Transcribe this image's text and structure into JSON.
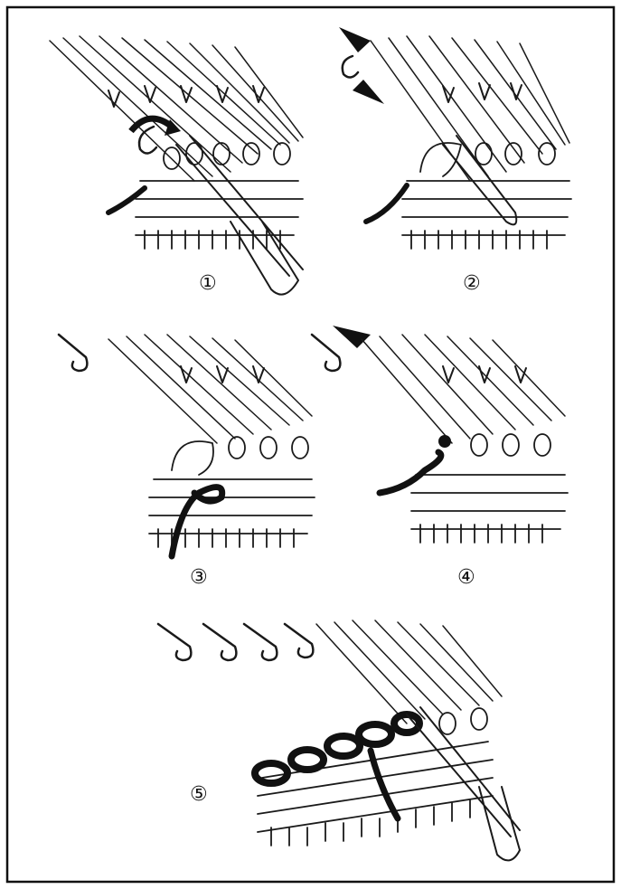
{
  "diagram": {
    "steps": [
      {
        "id": 1,
        "label": "①"
      },
      {
        "id": 2,
        "label": "②"
      },
      {
        "id": 3,
        "label": "③"
      },
      {
        "id": 4,
        "label": "④"
      },
      {
        "id": 5,
        "label": "⑤"
      }
    ]
  }
}
